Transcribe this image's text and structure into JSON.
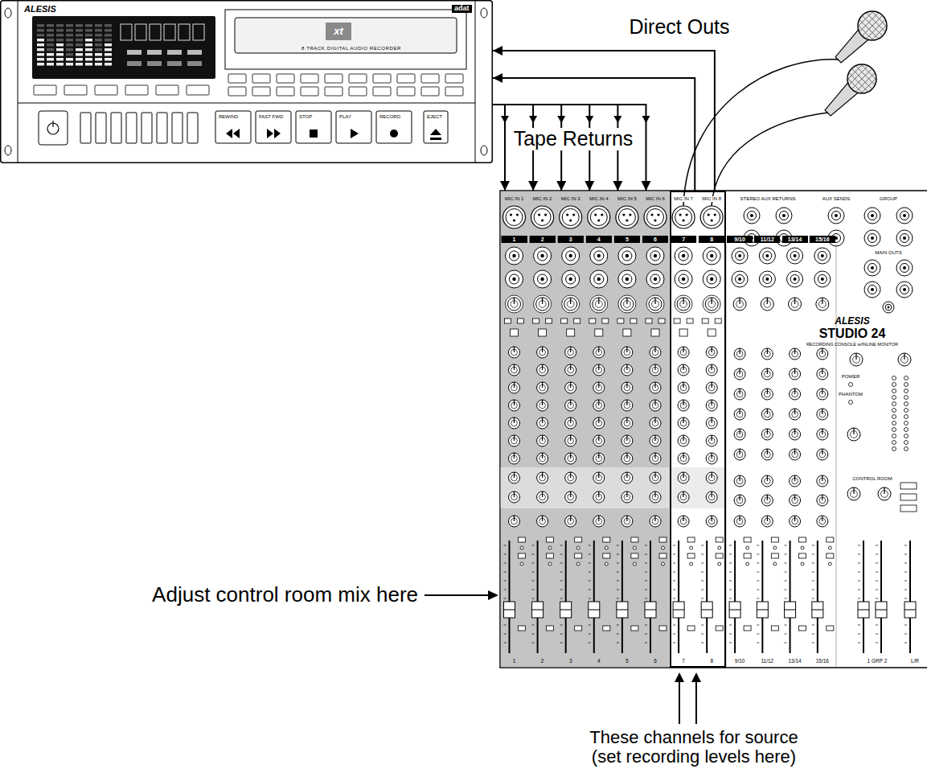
{
  "diagram": {
    "nodes": [
      {
        "text": [
          "ALESIS",
          "adat",
          "8 TRACK DIGITAL AUDIO RECORDER",
          "xt",
          "REWIND",
          "FAST FWD",
          "STOP",
          "PLAY",
          "RECORD",
          "EJECT"
        ]
      },
      {
        "text": [
          "ALESIS",
          "STUDIO 24",
          "RECORDING CONSOLE w/INLINE MONITOR",
          "STEREO AUX RETURNS",
          "AUX SENDS",
          "GROUP",
          "MAIN OUTS",
          "CONTROL ROOM",
          "POWER",
          "PHANTOM",
          "9/10",
          "11/12",
          "13/14",
          "15/16",
          "9/10",
          "11/12",
          "13/14",
          "15/16",
          "1 GRP 2",
          "L/R"
        ]
      },
      {
        "text": [
          "MIC IN 1",
          "MIC IN 2",
          "MIC IN 3",
          "MIC IN 4",
          "MIC IN 5",
          "MIC IN 6",
          "1",
          "2",
          "3",
          "4",
          "5",
          "6",
          "1",
          "2",
          "3",
          "4",
          "5",
          "6"
        ],
        "in": 1
      },
      {
        "text": [
          "MIC IN 7",
          "MIC IN 8",
          "7",
          "8",
          "7",
          "8"
        ],
        "in": 1
      }
    ],
    "edges": [
      {
        "from": 3,
        "to": 0,
        "arrow": "to",
        "label": "Direct Outs"
      },
      {
        "from": 3,
        "to": 0,
        "arrow": "to"
      },
      {
        "from": 0,
        "to": 2,
        "arrow": "to"
      },
      {
        "from": 0,
        "to": 2,
        "arrow": "to"
      },
      {
        "from": 0,
        "to": 2,
        "arrow": "to",
        "label": "Tape Returns"
      },
      {
        "from": 0,
        "to": 2,
        "arrow": "to"
      },
      {
        "from": 0,
        "to": 2,
        "arrow": "to"
      },
      {
        "from": 0,
        "to": 2,
        "arrow": "to"
      }
    ],
    "labels": [
      "Adjust control room mix here",
      "These channels for source (set recording levels here)"
    ]
  }
}
